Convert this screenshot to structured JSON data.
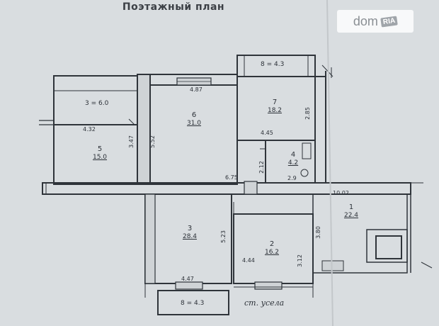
{
  "title": "Поэтажный план",
  "watermark": {
    "brand": "dom",
    "badge": "RIA"
  },
  "rooms": [
    {
      "number": "1",
      "area": "22.4"
    },
    {
      "number": "2",
      "area": "16.2"
    },
    {
      "number": "3",
      "area": "28.4"
    },
    {
      "number": "4",
      "area": "4.2"
    },
    {
      "number": "5",
      "area": "15.0"
    },
    {
      "number": "6",
      "area": "31.0"
    },
    {
      "number": "7",
      "area": "18.2"
    }
  ],
  "balconies": [
    {
      "label": "8 = 4.3"
    },
    {
      "label": "3 = 6.0"
    },
    {
      "label": "8 = 4.3"
    }
  ],
  "dimensions": {
    "room6_width": "4.87",
    "room5_width": "4.32",
    "room5_depth": "3.47",
    "room6_left": "5.52",
    "room7_bottom": "4.45",
    "room7_side": "2.85",
    "bath_side": "2.12",
    "bath_bottom": "2.9",
    "corridor_a": "6.75",
    "corridor_b": "10.02",
    "room3_side": "5.23",
    "room3_bottom": "4.47",
    "room2_width": "4.44",
    "room2_side": "3.80",
    "room2_right": "3.12"
  },
  "annotations": {
    "wall_note": "ст. усела"
  },
  "colors": {
    "paper": "#d9dde0",
    "ink": "#2c3138"
  }
}
